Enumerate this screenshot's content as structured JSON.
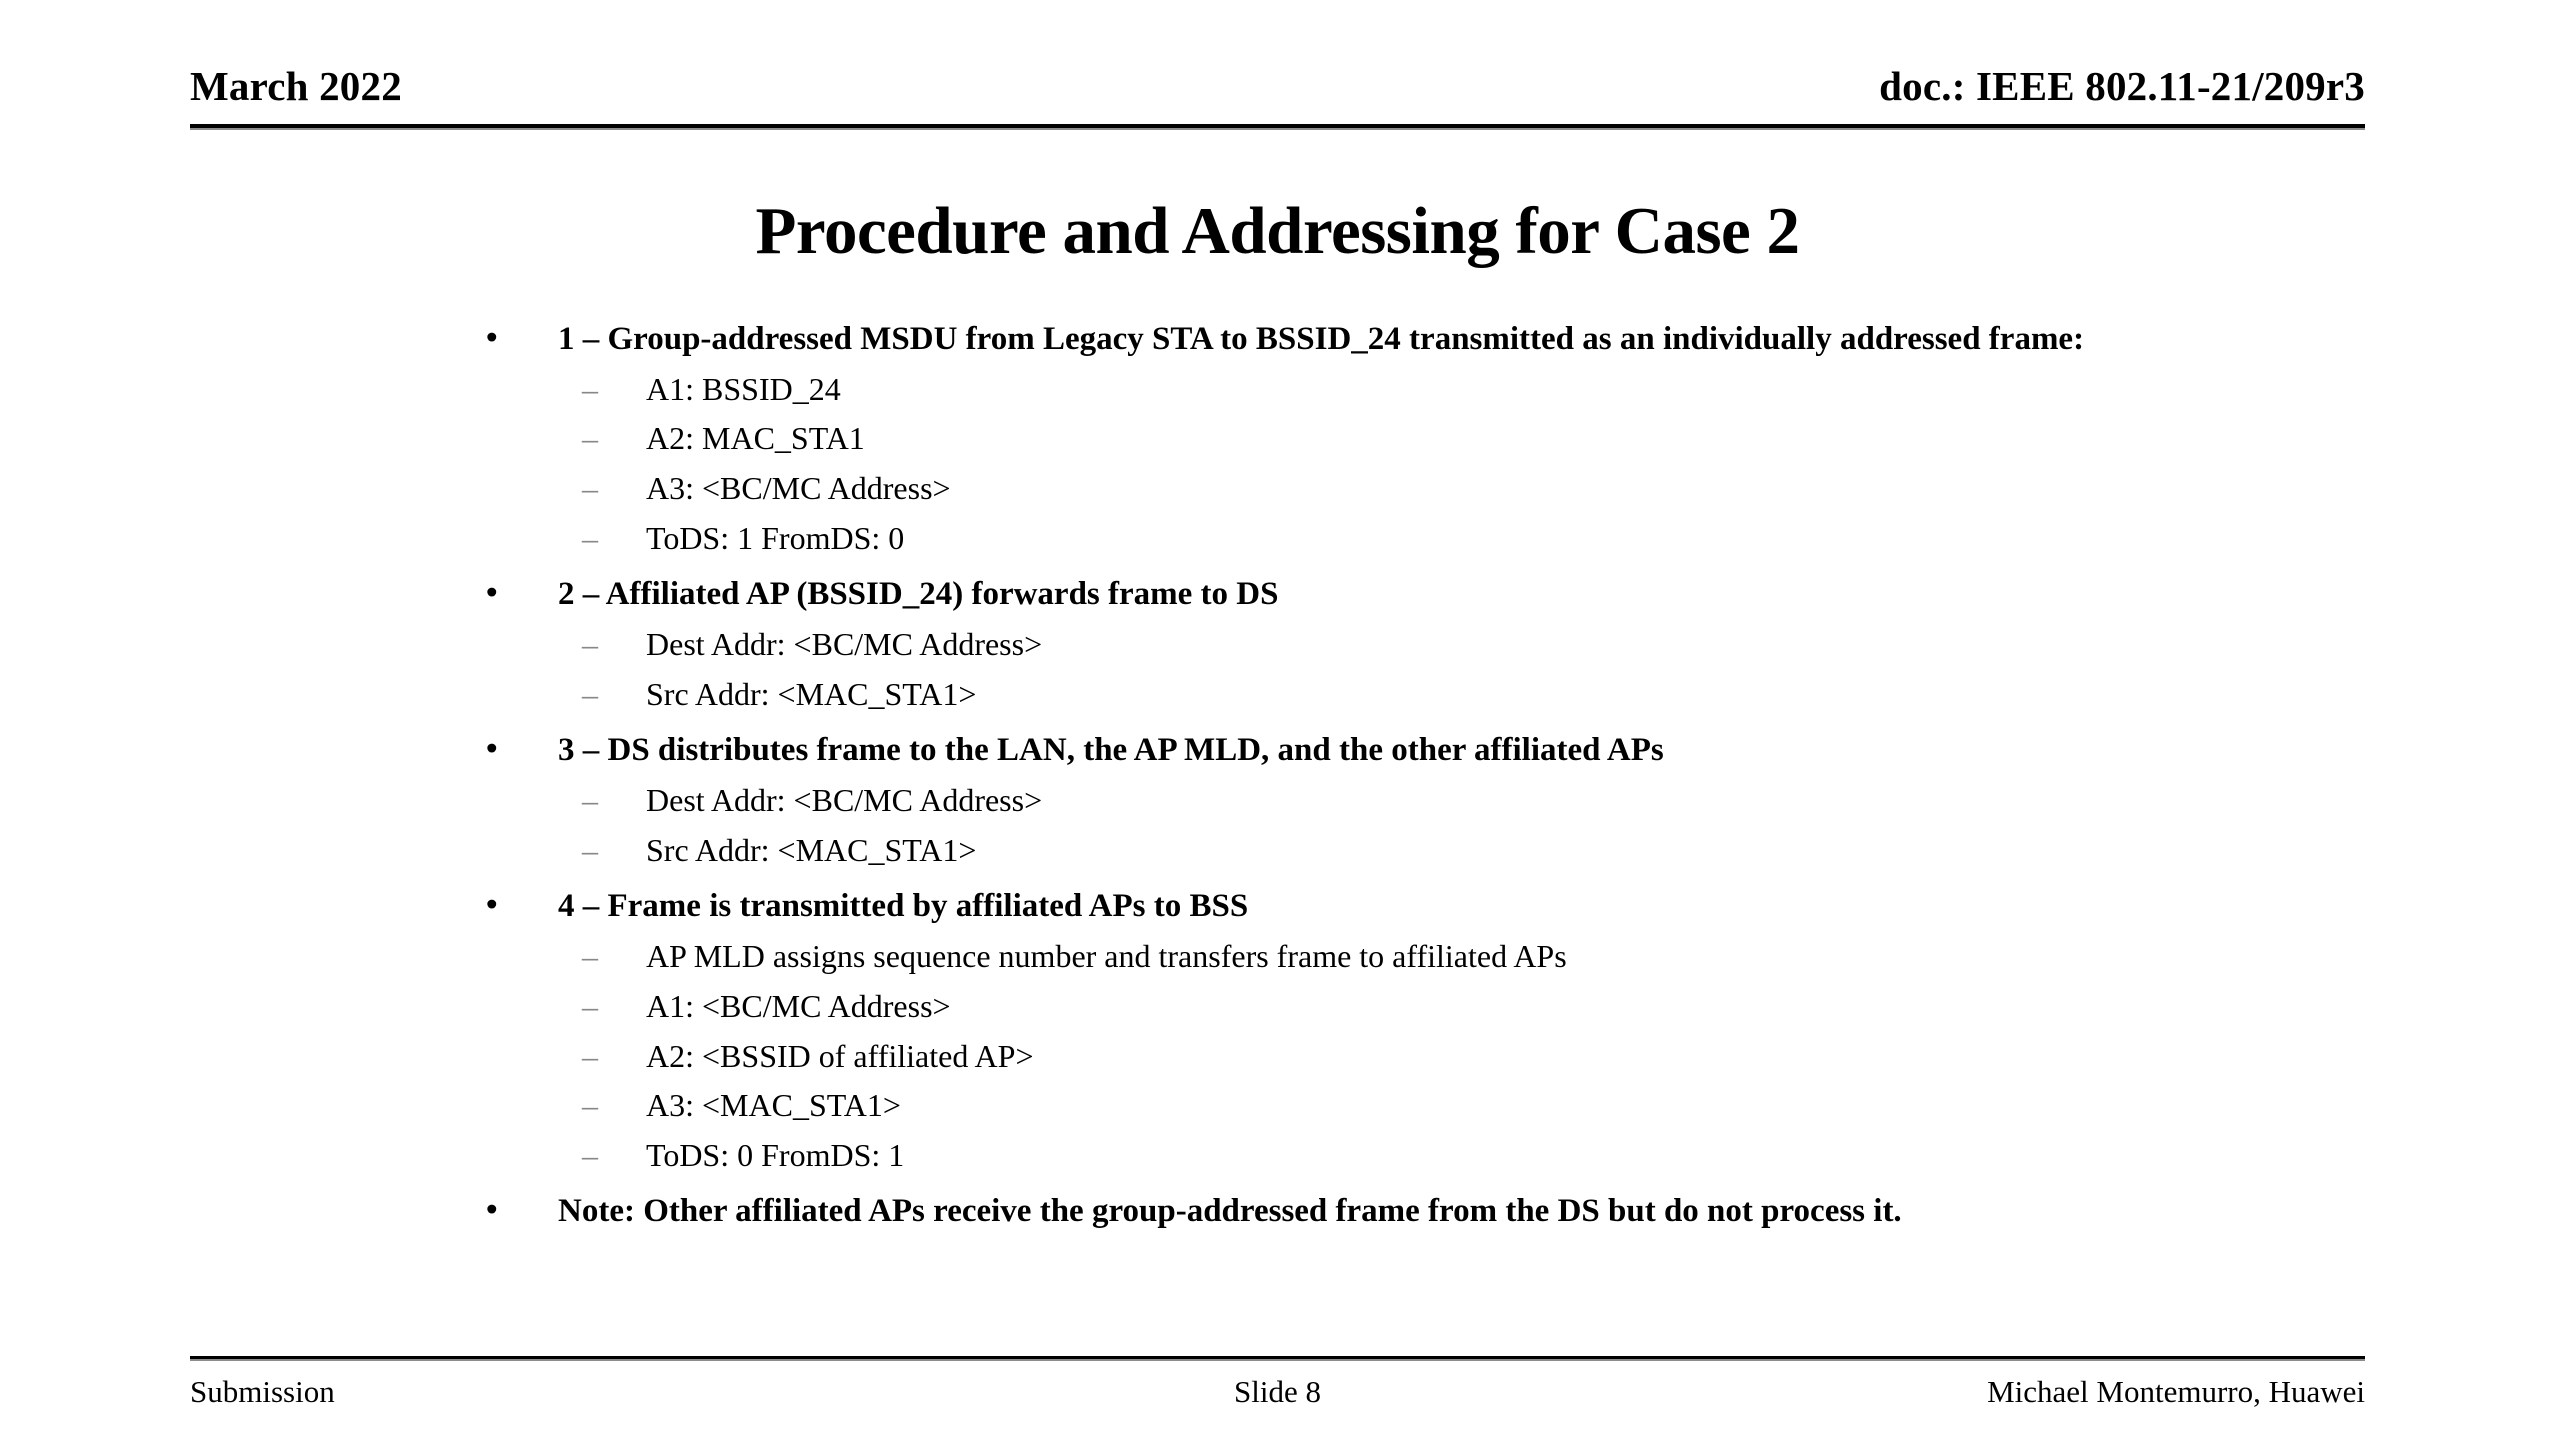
{
  "header": {
    "date": "March 2022",
    "doc": "doc.: IEEE 802.11-21/209r3"
  },
  "title": "Procedure and Addressing for Case 2",
  "markers": {
    "level1": "•",
    "level2": "–"
  },
  "colors": {
    "text": "#000000",
    "sub_marker": "#878787",
    "rule": "#000000",
    "rule_shadow": "#8c8c8c",
    "background": "#ffffff"
  },
  "bullets": {
    "item1": "1 –  Group-addressed MSDU from Legacy STA to BSSID_24 transmitted as an individually addressed frame:",
    "item1_subs": [
      "A1: BSSID_24",
      "A2: MAC_STA1",
      "A3: <BC/MC Address>",
      "ToDS: 1 FromDS: 0"
    ],
    "item2": "2 – Affiliated AP (BSSID_24) forwards frame to DS",
    "item2_subs": [
      "Dest Addr: <BC/MC Address>",
      "Src Addr: <MAC_STA1>"
    ],
    "item3": "3 – DS distributes frame to the LAN, the AP MLD, and the other affiliated APs",
    "item3_subs": [
      "Dest Addr: <BC/MC Address>",
      "Src Addr: <MAC_STA1>"
    ],
    "item4": "4 – Frame is transmitted by affiliated APs to BSS",
    "item4_subs": [
      "AP MLD assigns sequence number and transfers frame to affiliated APs",
      "A1: <BC/MC Address>",
      "A2: <BSSID of affiliated AP>",
      "A3: <MAC_STA1>",
      "ToDS: 0 FromDS: 1"
    ],
    "note": "Note: Other affiliated APs receive the group-addressed frame from the DS but do not process it."
  },
  "footer": {
    "left": "Submission",
    "center": "Slide 8",
    "right": "Michael Montemurro, Huawei"
  }
}
